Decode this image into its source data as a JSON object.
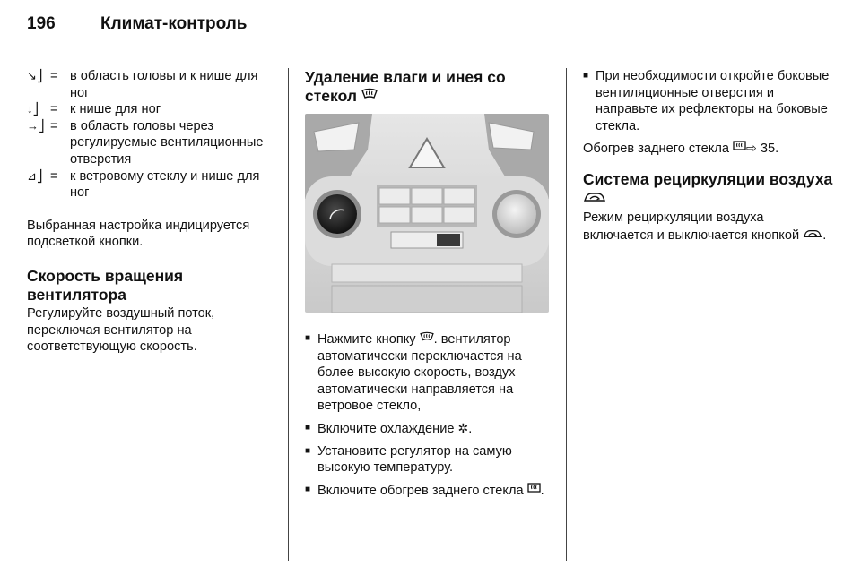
{
  "header": {
    "page_number": "196",
    "chapter": "Климат-контроль"
  },
  "col1": {
    "legend": [
      {
        "icon": "head-and-feet-airflow-icon",
        "eq": "=",
        "text": "в область головы и к нише для ног"
      },
      {
        "icon": "feet-airflow-icon",
        "eq": "=",
        "text": "к нише для ног"
      },
      {
        "icon": "head-airflow-icon",
        "eq": "=",
        "text": "в область головы через регулируемые вентиляционные отверстия"
      },
      {
        "icon": "windshield-and-feet-airflow-icon",
        "eq": "=",
        "text": "к ветровому стеклу и нише для ног"
      }
    ],
    "para1": "Выбранная настройка индицируется подсветкой кнопки.",
    "heading": "Скорость вращения вентилятора",
    "para2": "Регулируйте воздушный поток, переключая вентилятор на соответствующую скорость."
  },
  "col2": {
    "heading": "Удаление влаги и инея со стекол",
    "bullets": {
      "b1_pre": "Нажмите кнопку",
      "b1_post": ". вентилятор автоматически переключается на более высокую скорость, воздух автоматически направляется на ветровое стекло,",
      "b2_pre": "Включите охлаждение",
      "b2_post": ".",
      "b3": "Установите регулятор на самую высокую температуру.",
      "b4_pre": "Включите обогрев заднего стекла",
      "b4_post": "."
    }
  },
  "col3": {
    "bullet1": "При необходимости откройте боковые вентиляционные отверстия и направьте их рефлекторы на боковые стекла.",
    "rear_heat_pre": "Обогрев заднего стекла",
    "rear_heat_ref": "35.",
    "heading": "Система рециркуляции воздуха",
    "para_pre": "Режим рециркуляции воздуха включается и выключается кнопкой",
    "para_post": "."
  },
  "colors": {
    "text": "#111111",
    "rule": "#444444",
    "photo_bg": "#d9d9d9"
  }
}
